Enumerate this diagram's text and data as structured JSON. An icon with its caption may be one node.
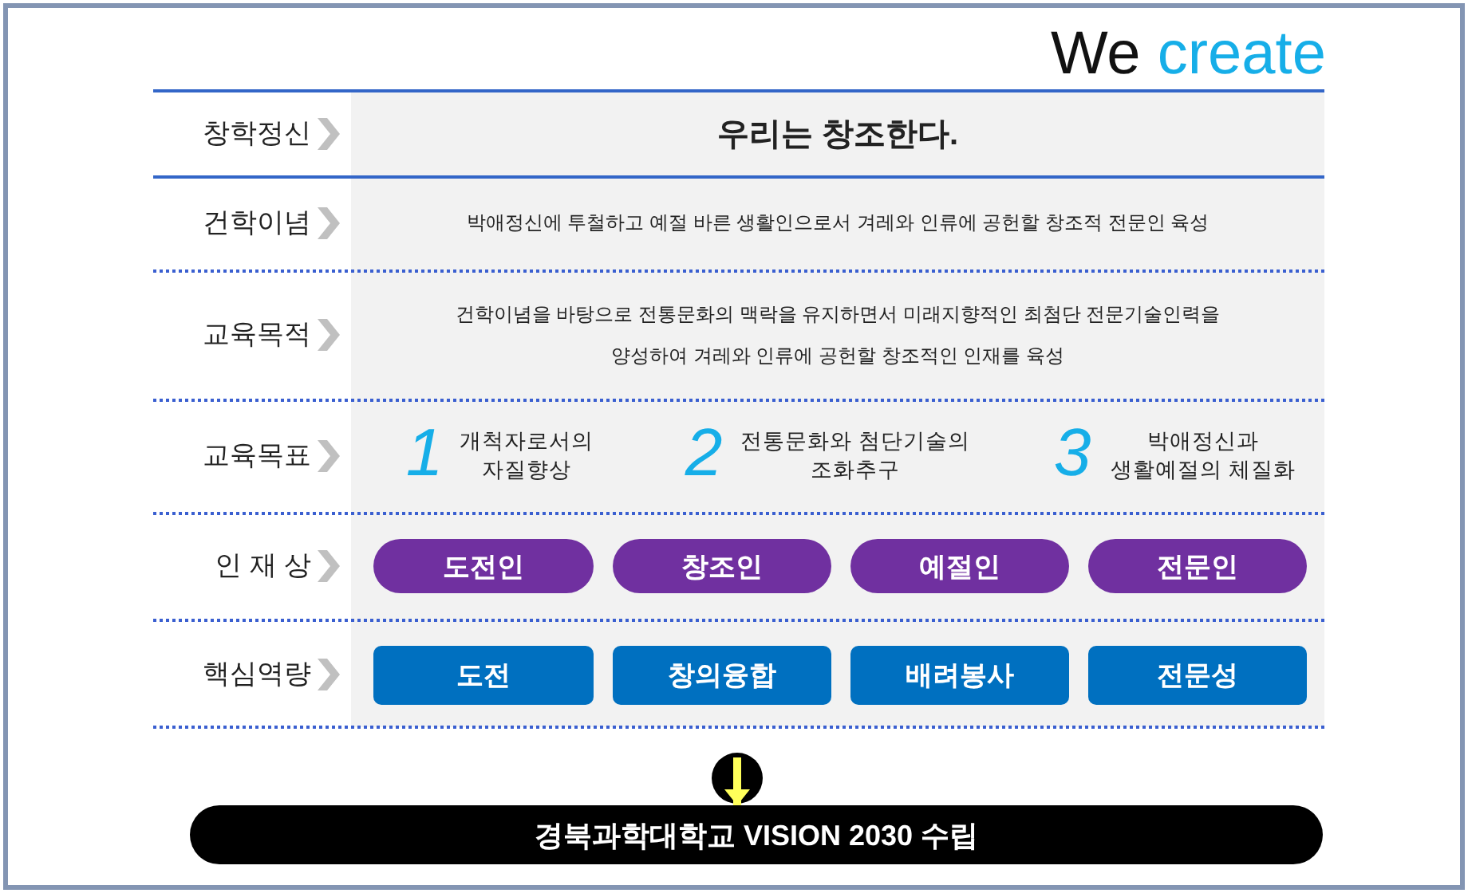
{
  "diagram": {
    "title": "We create",
    "nodes": [
      {
        "text": [
          "도전인"
        ]
      },
      {
        "text": [
          "창조인"
        ]
      },
      {
        "text": [
          "예절인"
        ]
      },
      {
        "text": [
          "전문인"
        ]
      },
      {
        "text": [
          "도전"
        ]
      },
      {
        "text": [
          "창의융합"
        ]
      },
      {
        "text": [
          "배려봉사"
        ]
      },
      {
        "text": [
          "전문성"
        ]
      },
      {
        "text": [
          "경북과학대학교 VISION 2030 수립"
        ]
      }
    ],
    "edges": [
      {
        "from": null,
        "to": 8,
        "arrow": "to"
      }
    ],
    "labels": [
      "창학정신",
      "우리는 창조한다.",
      "건학이념",
      "박애정신에 투철하고 예절 바른 생활인으로서 겨레와 인류에 공헌할 창조적 전문인 육성",
      "교육목적",
      "건학이념을 바탕으로 전통문화의 맥락을 유지하면서 미래지향적인 최첨단 전문기술인력을 양성하여 겨레와 인류에 공헌할 창조적인 인재를 육성",
      "교육목표",
      "1",
      "개척자로서의 자질향상",
      "2",
      "전통문화와 첨단기술의 조화추구",
      "3",
      "박애정신과 생활예절의 체질화",
      "인 재 상",
      "핵심역량"
    ]
  }
}
